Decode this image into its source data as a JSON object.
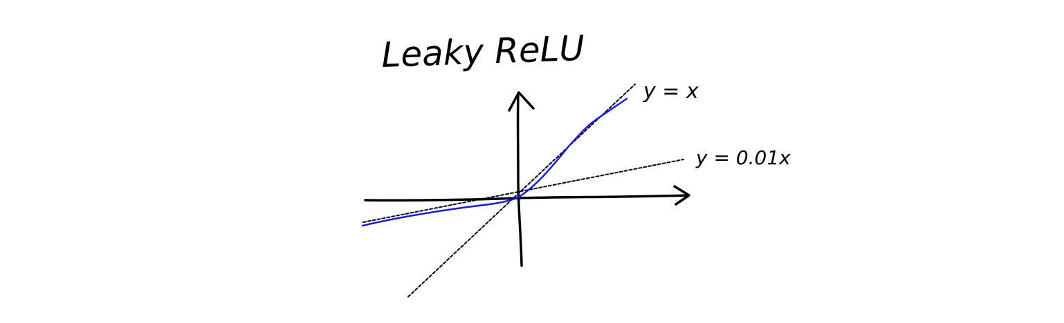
{
  "diagram": {
    "title": "Leaky ReLU",
    "labels": {
      "identity": "y = x",
      "leaky": "y = 0.01x"
    }
  },
  "colors": {
    "curve": "#1a1ad6",
    "axes": "#000000",
    "guides": "#000000",
    "background": "#ffffff"
  }
}
